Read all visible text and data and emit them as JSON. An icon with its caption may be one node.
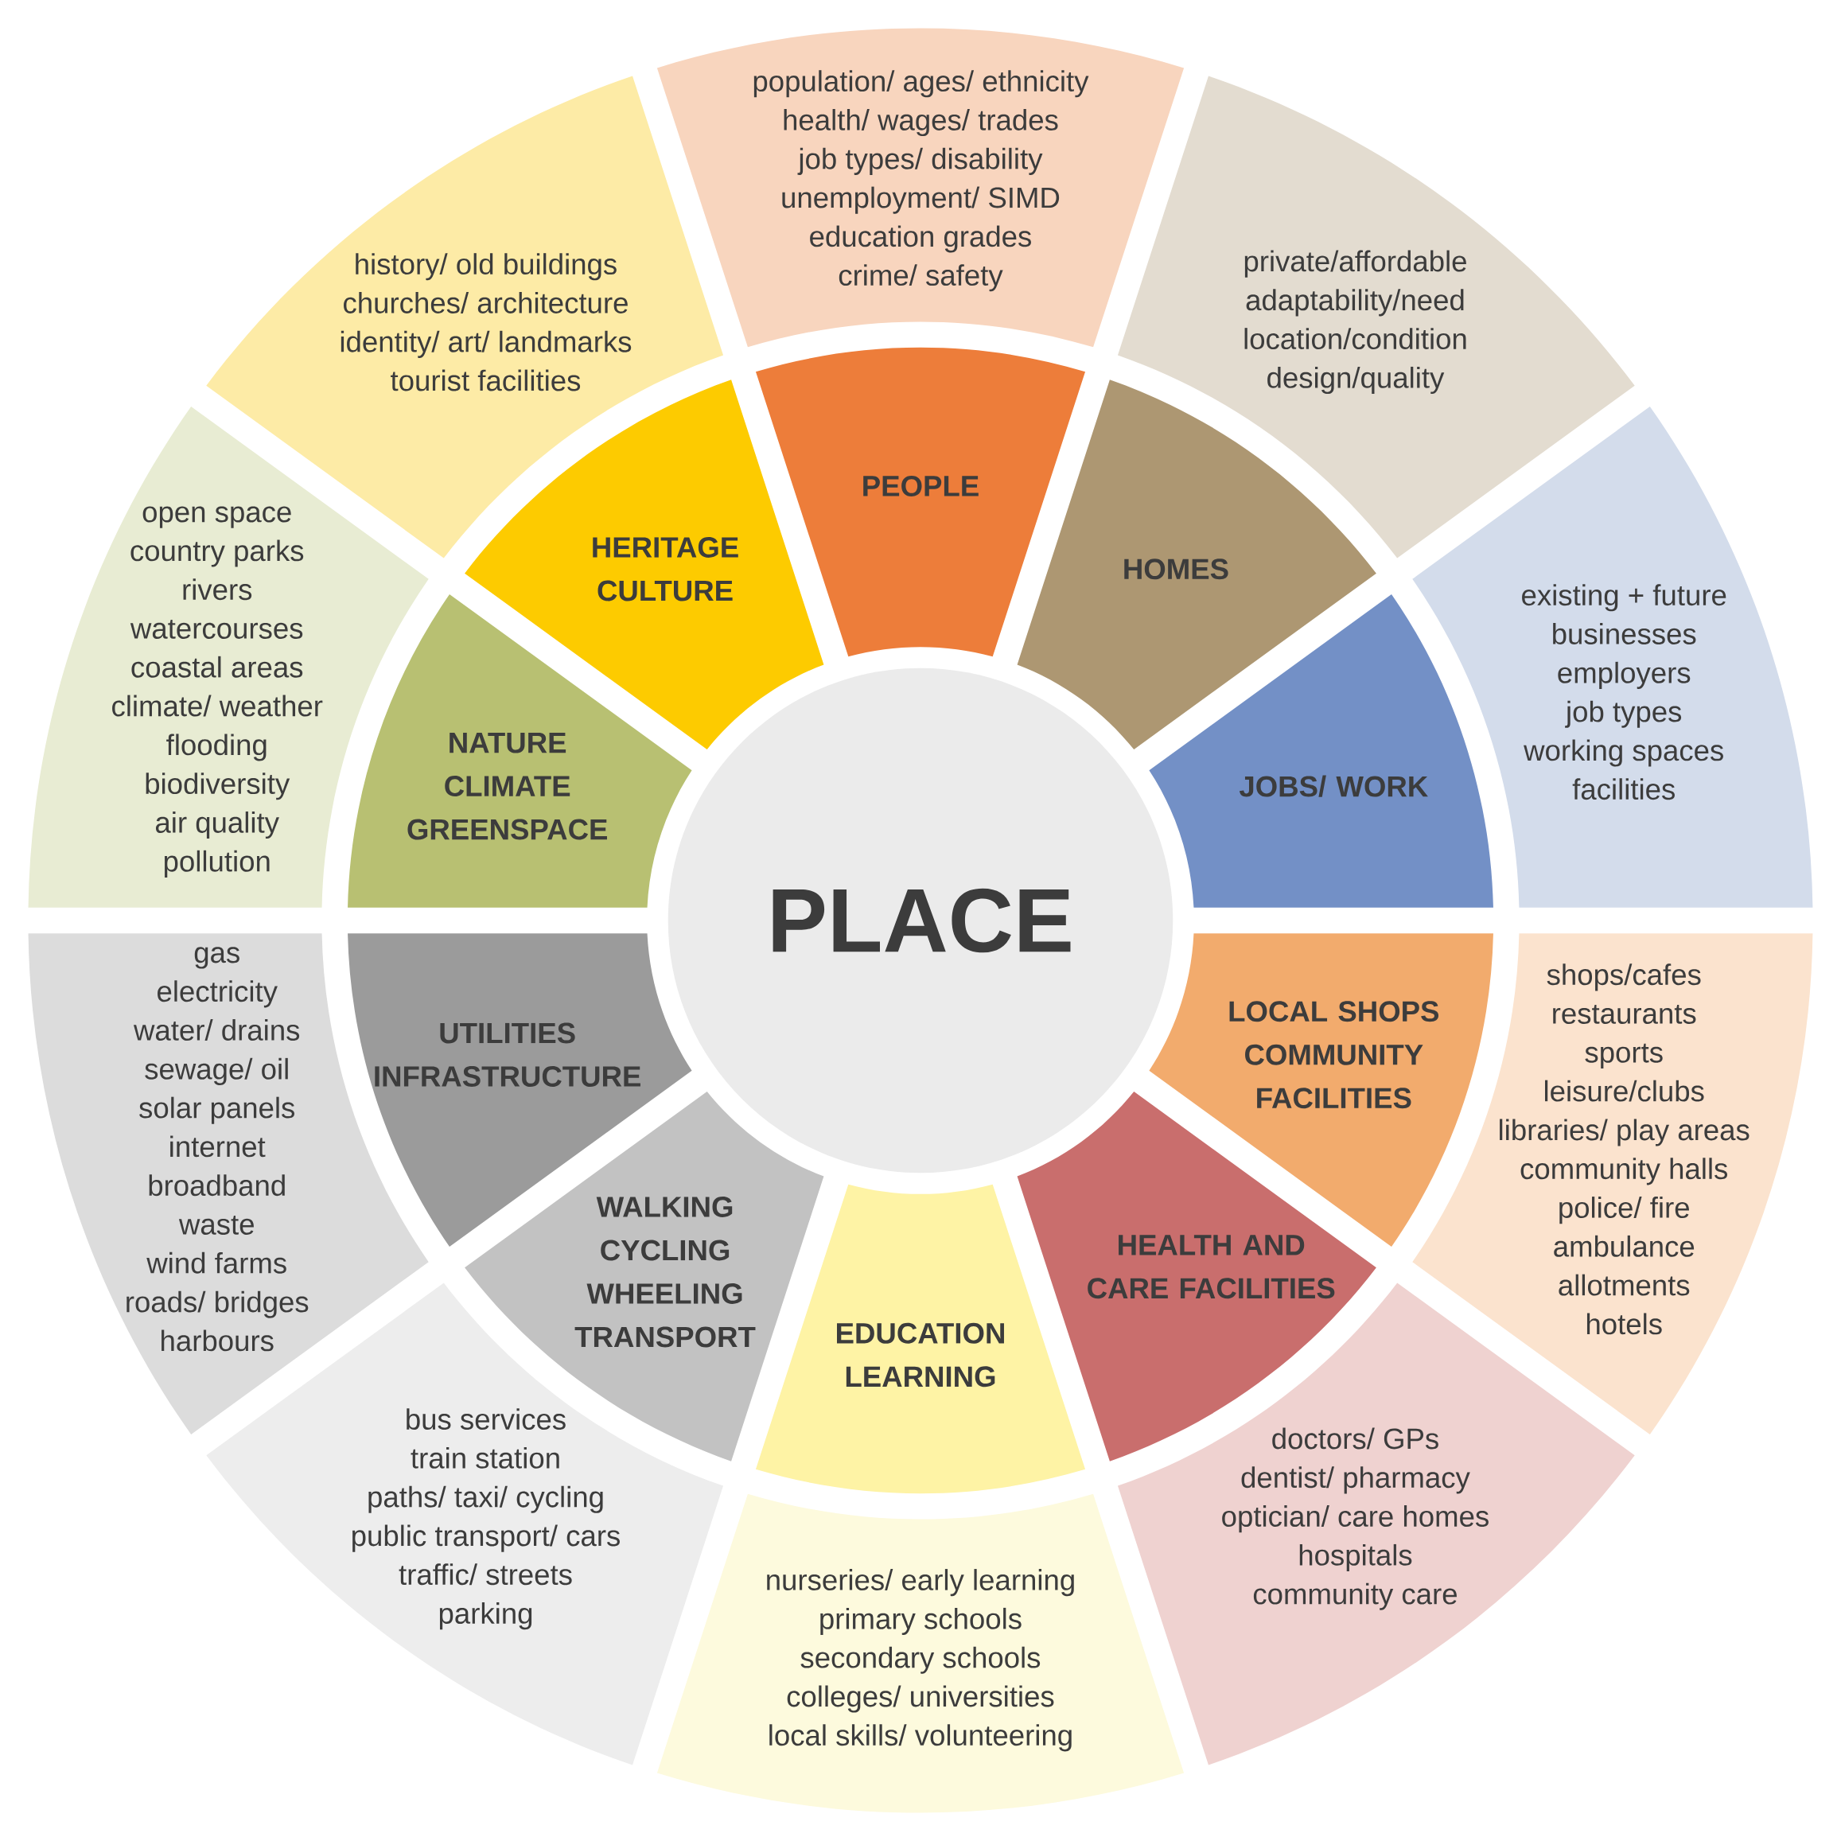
{
  "diagram": {
    "nodes": [
      {
        "text": [
          "PLACE"
        ]
      },
      {
        "text": [
          "PEOPLE"
        ]
      },
      {
        "text": [
          "HOMES"
        ]
      },
      {
        "text": [
          "JOBS/ WORK"
        ]
      },
      {
        "text": [
          "LOCAL SHOPS COMMUNITY FACILITIES"
        ]
      },
      {
        "text": [
          "HEALTH AND CARE FACILITIES"
        ]
      },
      {
        "text": [
          "EDUCATION LEARNING"
        ]
      },
      {
        "text": [
          "WALKING CYCLING WHEELING TRANSPORT"
        ]
      },
      {
        "text": [
          "UTILITIES INFRASTRUCTURE"
        ]
      },
      {
        "text": [
          "NATURE CLIMATE GREENSPACE"
        ]
      },
      {
        "text": [
          "HERITAGE CULTURE"
        ]
      },
      {
        "text": [
          "population/ ages/ ethnicity",
          "health/ wages/ trades",
          "job types/ disability",
          "unemployment/ SIMD",
          "education grades",
          "crime/ safety"
        ]
      },
      {
        "text": [
          "private/affordable",
          "adaptability/need",
          "location/condition",
          "design/quality"
        ]
      },
      {
        "text": [
          "existing + future",
          "businesses",
          "employers",
          "job types",
          "working spaces",
          "facilities"
        ]
      },
      {
        "text": [
          "shops/cafes",
          "restaurants",
          "sports",
          "leisure/clubs",
          "libraries/ play areas",
          "community halls",
          "police/ fire",
          "ambulance",
          "allotments",
          "hotels"
        ]
      },
      {
        "text": [
          "doctors/ GPs",
          "dentist/ pharmacy",
          "optician/ care homes",
          "hospitals",
          "community care"
        ]
      },
      {
        "text": [
          "nurseries/ early learning",
          "primary schools",
          "secondary schools",
          "colleges/ universities",
          "local skills/ volunteering"
        ]
      },
      {
        "text": [
          "bus services",
          "train station",
          "paths/ taxi/ cycling",
          "public transport/ cars",
          "traffic/ streets",
          "parking"
        ]
      },
      {
        "text": [
          "gas",
          "electricity",
          "water/ drains",
          "sewage/ oil",
          "solar panels",
          "internet",
          "broadband",
          "waste",
          "wind farms",
          "roads/ bridges",
          "harbours"
        ]
      },
      {
        "text": [
          "open space",
          "country parks",
          "rivers",
          "watercourses",
          "coastal areas",
          "climate/ weather",
          "flooding",
          "biodiversity",
          "air quality",
          "pollution"
        ]
      },
      {
        "text": [
          "history/ old buildings",
          "churches/ architecture",
          "identity/ art/ landmarks",
          "tourist facilities"
        ]
      }
    ]
  }
}
